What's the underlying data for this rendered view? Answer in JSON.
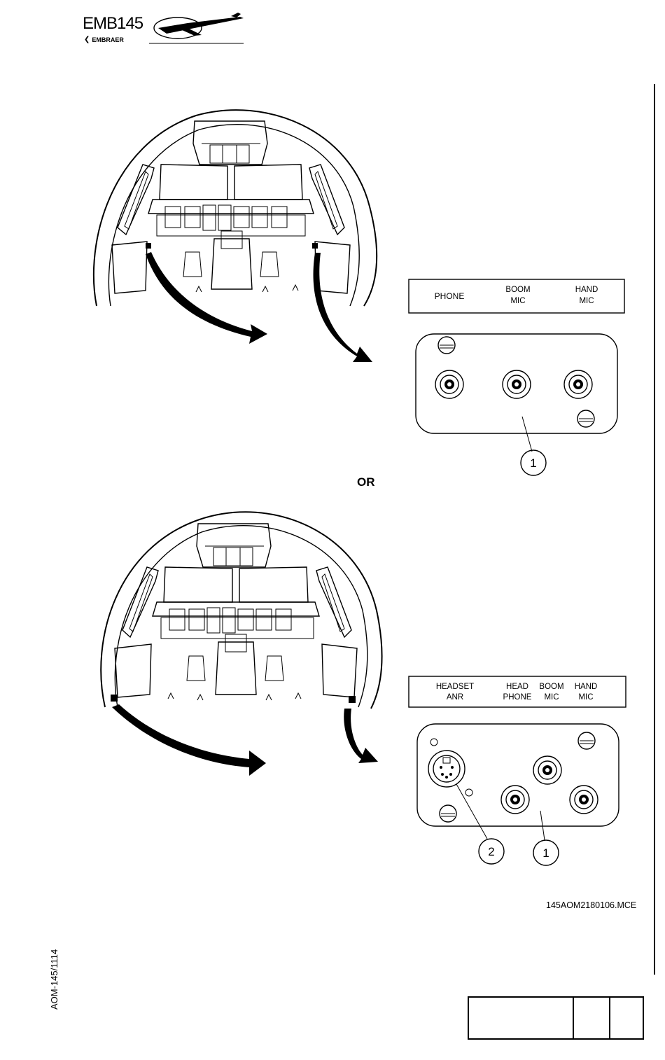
{
  "header": {
    "logo_model": "EMB145",
    "logo_brand": "EMBRAER"
  },
  "figure_top": {
    "panel_labels": [
      {
        "line1": "PHONE",
        "line2": ""
      },
      {
        "line1": "BOOM",
        "line2": "MIC"
      },
      {
        "line1": "HAND",
        "line2": "MIC"
      }
    ],
    "callouts": [
      "1"
    ]
  },
  "separator_text": "OR",
  "figure_bottom": {
    "panel_labels": [
      {
        "line1": "HEADSET",
        "line2": "ANR"
      },
      {
        "line1": "HEAD",
        "line2": "PHONE"
      },
      {
        "line1": "BOOM",
        "line2": "MIC"
      },
      {
        "line1": "HAND",
        "line2": "MIC"
      }
    ],
    "callouts": [
      "2",
      "1"
    ]
  },
  "figure_reference": "145AOM2180106.MCE",
  "document_code": "AOM-145/1114",
  "title_block": {
    "cells": [
      "",
      "",
      ""
    ]
  }
}
